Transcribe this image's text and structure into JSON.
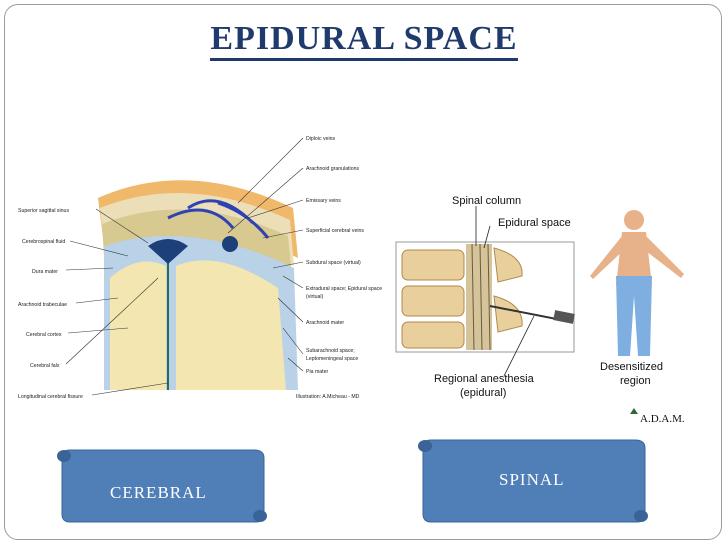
{
  "title": "EPIDURAL SPACE",
  "cerebral": {
    "left_labels": [
      "Superior sagittal sinus",
      "Cerebrospinal fluid",
      "Dura mater",
      "Arachnoid trabeculae",
      "Cerebral cortex",
      "Cerebral falx",
      "Longitudinal cerebral fissure"
    ],
    "right_labels": [
      "Diploic veins",
      "Arachnoid granulations",
      "Emissary veins",
      "Superficial cerebral veins",
      "Subdural space (virtual)",
      "Extradural space; Epidural space",
      "(virtual)",
      "Arachnoid mater",
      "Subarachnoid space;",
      "Leptomeningeal space",
      "Pia mater"
    ],
    "credit": "Illustration: A.Micheau - MD"
  },
  "spinal": {
    "label_column": "Spinal column",
    "label_epidural": "Epidural space",
    "label_regional_1": "Regional anesthesia",
    "label_regional_2": "(epidural)",
    "label_desensitized_1": "Desensitized",
    "label_desensitized_2": "region",
    "logo": "A.D.A.M."
  },
  "banners": {
    "left": "CEREBRAL",
    "right": "SPINAL"
  },
  "colors": {
    "title": "#1f3b6e",
    "banner": "#4f7fb6"
  }
}
